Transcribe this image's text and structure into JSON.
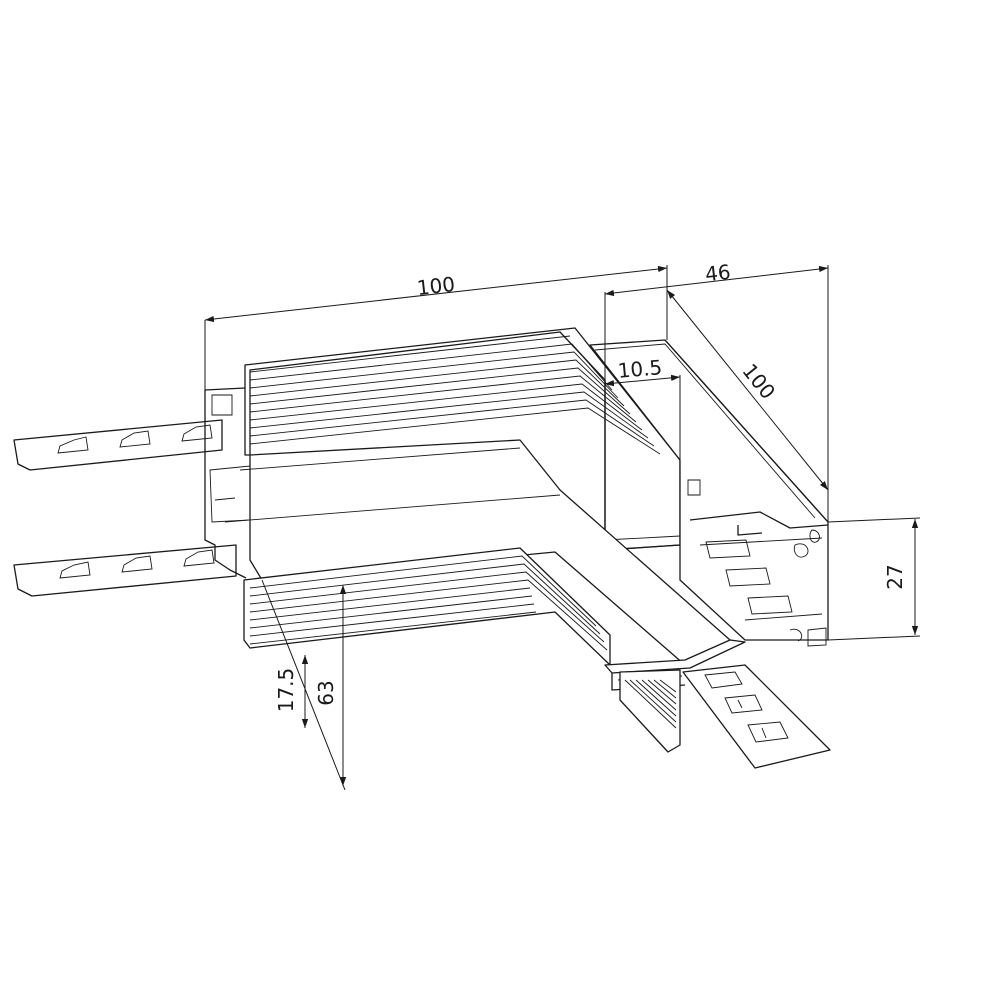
{
  "diagram": {
    "dimensions": {
      "length_left": "100",
      "depth_top": "46",
      "length_right": "100",
      "inner_width": "10.5",
      "height_right": "27",
      "height_fin": "17.5",
      "height_total": "63"
    },
    "colors": {
      "line": "#1a1a1a",
      "background": "#ffffff"
    }
  }
}
